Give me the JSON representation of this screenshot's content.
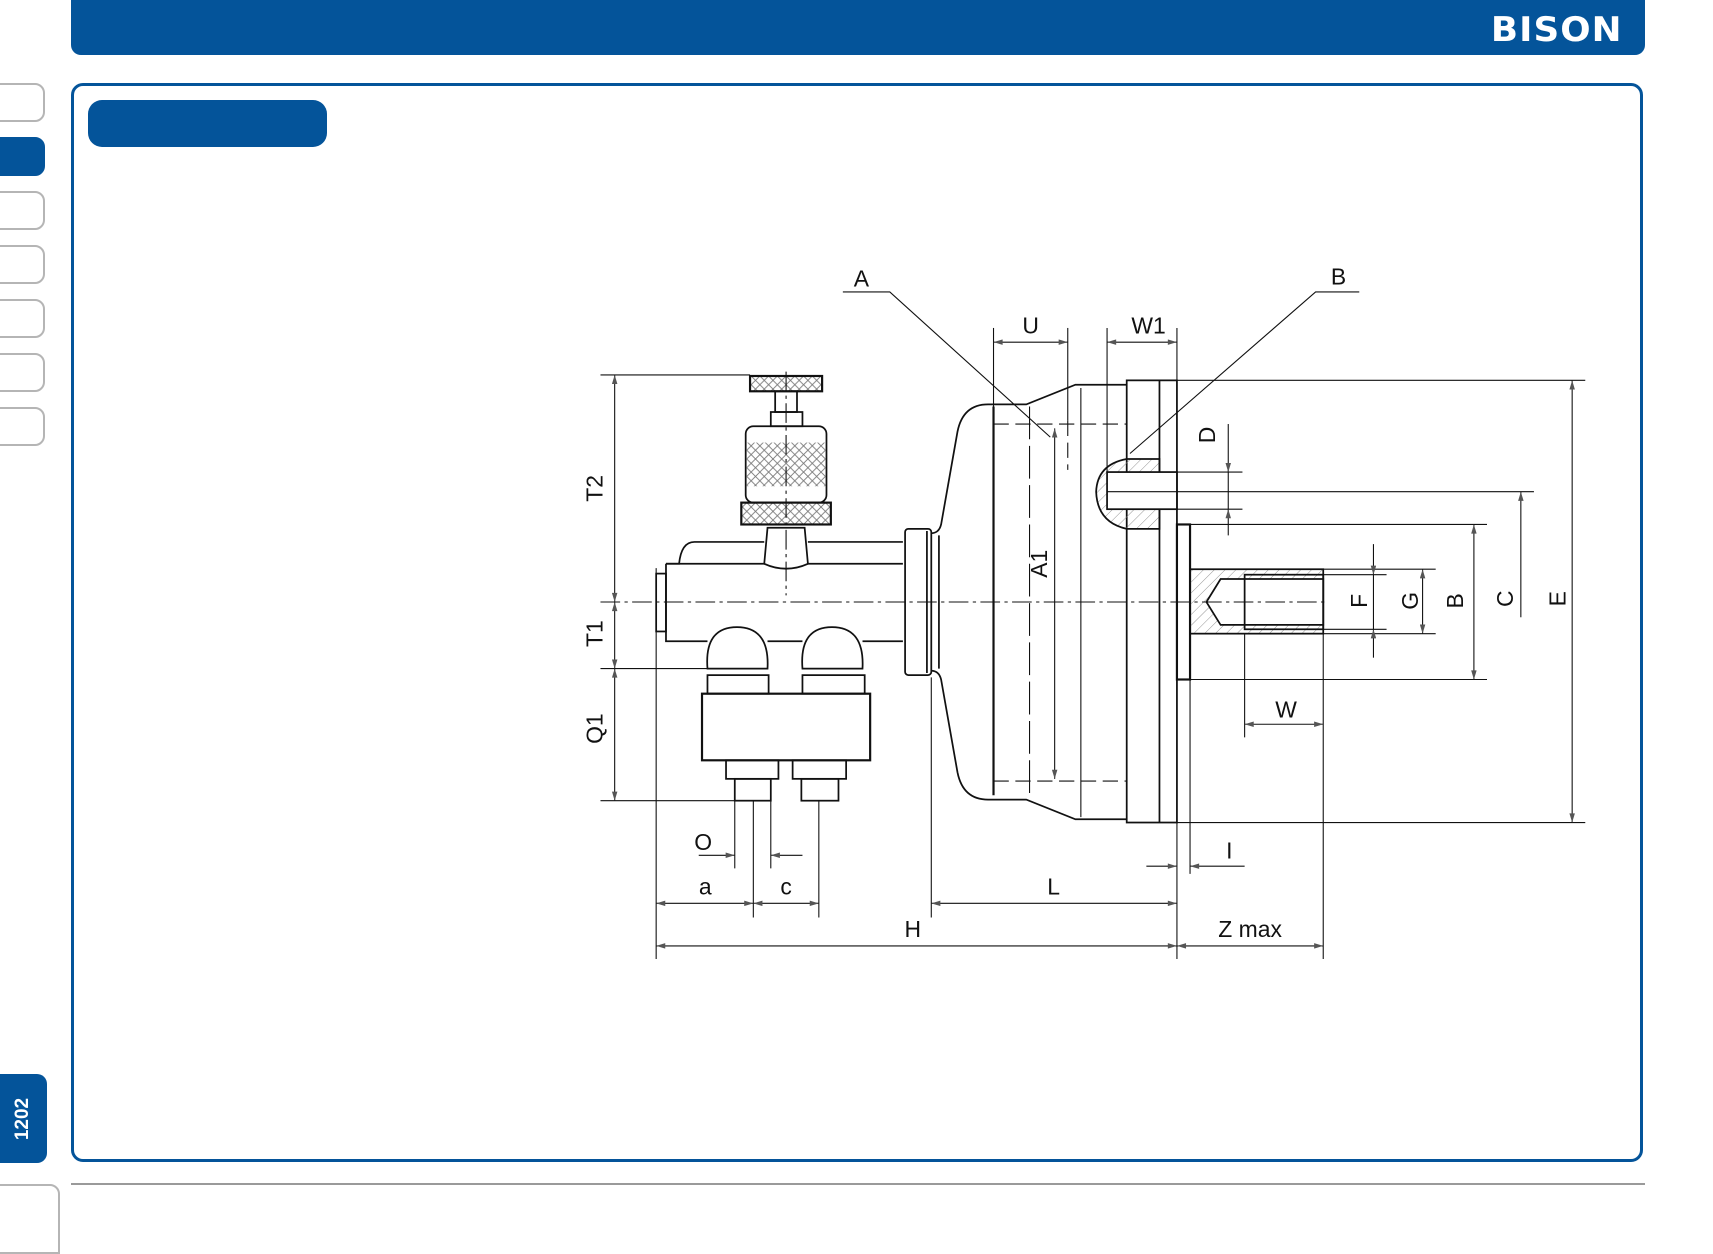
{
  "header": {
    "logo_text": "BISON",
    "brand_color": "#04549A"
  },
  "page_number": "1202",
  "drawing": {
    "labels": {
      "A": "A",
      "B_leader": "B",
      "U": "U",
      "W1": "W1",
      "T2": "T2",
      "T1": "T1",
      "Q1": "Q1",
      "A1": "A1",
      "D": "D",
      "F": "F",
      "G": "G",
      "B": "B",
      "C": "C",
      "E": "E",
      "W": "W",
      "I": "I",
      "O": "O",
      "a": "a",
      "c": "c",
      "L": "L",
      "H": "H",
      "Zmax": "Z max"
    }
  }
}
